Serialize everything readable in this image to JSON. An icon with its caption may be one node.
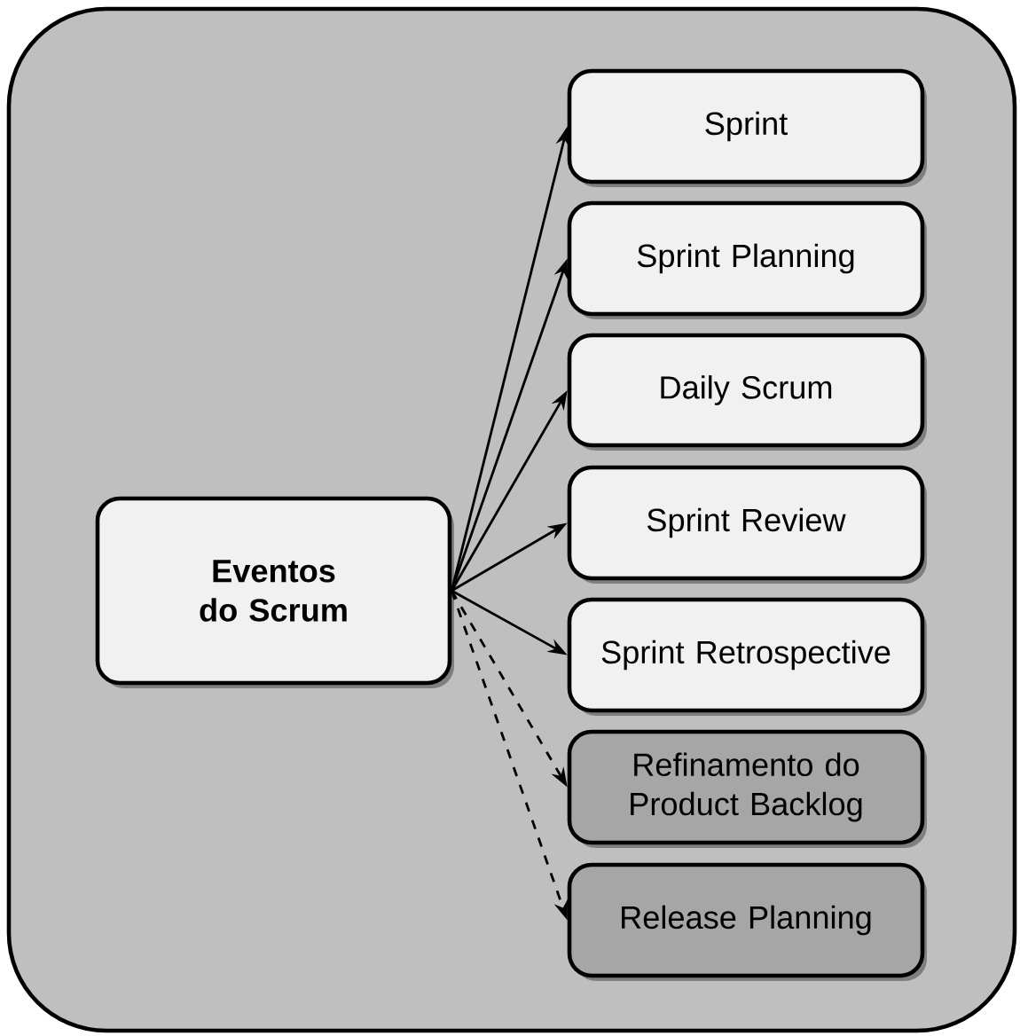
{
  "diagram": {
    "nodes": [
      {
        "text": [
          "Eventos do Scrum"
        ]
      },
      {
        "text": [
          "Sprint"
        ]
      },
      {
        "text": [
          "Sprint Planning"
        ]
      },
      {
        "text": [
          "Daily Scrum"
        ]
      },
      {
        "text": [
          "Sprint Review"
        ]
      },
      {
        "text": [
          "Sprint Retrospective"
        ]
      },
      {
        "text": [
          "Refinamento do Product Backlog"
        ]
      },
      {
        "text": [
          "Release Planning"
        ]
      }
    ],
    "edges": [
      {
        "from": 0,
        "to": 1,
        "arrow": "to"
      },
      {
        "from": 0,
        "to": 2,
        "arrow": "to"
      },
      {
        "from": 0,
        "to": 3,
        "arrow": "to"
      },
      {
        "from": 0,
        "to": 4,
        "arrow": "to"
      },
      {
        "from": 0,
        "to": 5,
        "arrow": "to"
      },
      {
        "from": 0,
        "to": 6,
        "arrow": "to",
        "style": "dashed"
      },
      {
        "from": 0,
        "to": 7,
        "arrow": "to",
        "style": "dashed"
      }
    ]
  }
}
